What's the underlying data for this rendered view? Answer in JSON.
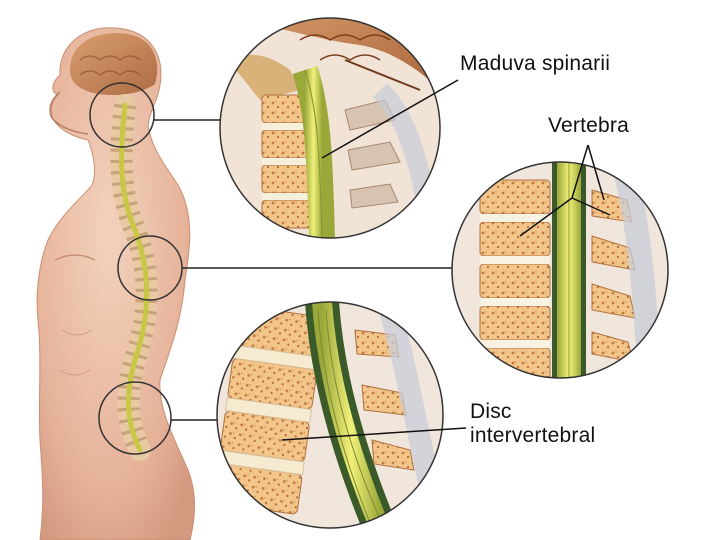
{
  "labels": {
    "spinal_cord": "Maduva spinarii",
    "vertebra": "Vertebra",
    "disc_line1": "Disc",
    "disc_line2": "intervertebral"
  }
}
